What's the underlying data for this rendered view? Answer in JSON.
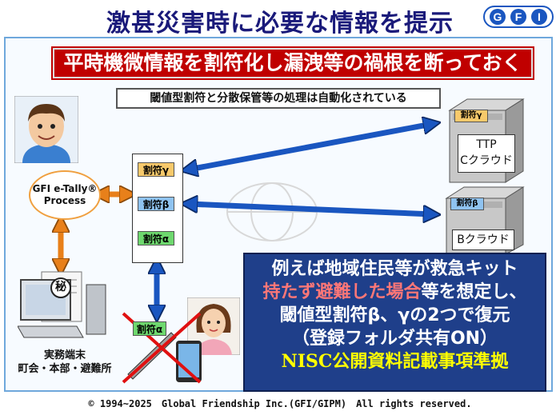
{
  "title": "激甚災害時に必要な情報を提示",
  "logo_text": "GFI",
  "banner": "平時機微情報を割符化し漏洩等の禍根を断っておく",
  "automation_note": "閾値型割符と分散保管等の処理は自動化されている",
  "process": {
    "line1": "GFI e-Tally®",
    "line2": "Process"
  },
  "shares": {
    "gamma": "割符γ",
    "beta": "割符β",
    "alpha": "割符α",
    "alpha_device": "割符α"
  },
  "clouds": {
    "ttp_line1": "TTP",
    "ttp_line2": "Cクラウド",
    "b": "Bクラウド",
    "ttp_tag": "割符γ",
    "b_tag": "割符β"
  },
  "callout": {
    "line1": "例えば地域住民等が救急キット",
    "line2_red": "持たず避難した場合",
    "line2_rest": "等を想定し、",
    "line3": "閾値型割符β、γの2つで復元",
    "line4": "（登録フォルダ共有ON）",
    "line5": "NISC公開資料記載事項準拠"
  },
  "terminal": {
    "line1": "実務端末",
    "line2": "町会・本部・避難所"
  },
  "secret_mark": "秘",
  "copyright": "© 1994~2025　Global Friendship Inc.(GFI/GIPM)　All rights reserved.",
  "colors": {
    "title": "#1a1a7a",
    "banner": "#c00000",
    "callout_bg": "#1f3f8a",
    "arrow_blue": "#1a56c0",
    "arrow_orange": "#e8801a"
  }
}
